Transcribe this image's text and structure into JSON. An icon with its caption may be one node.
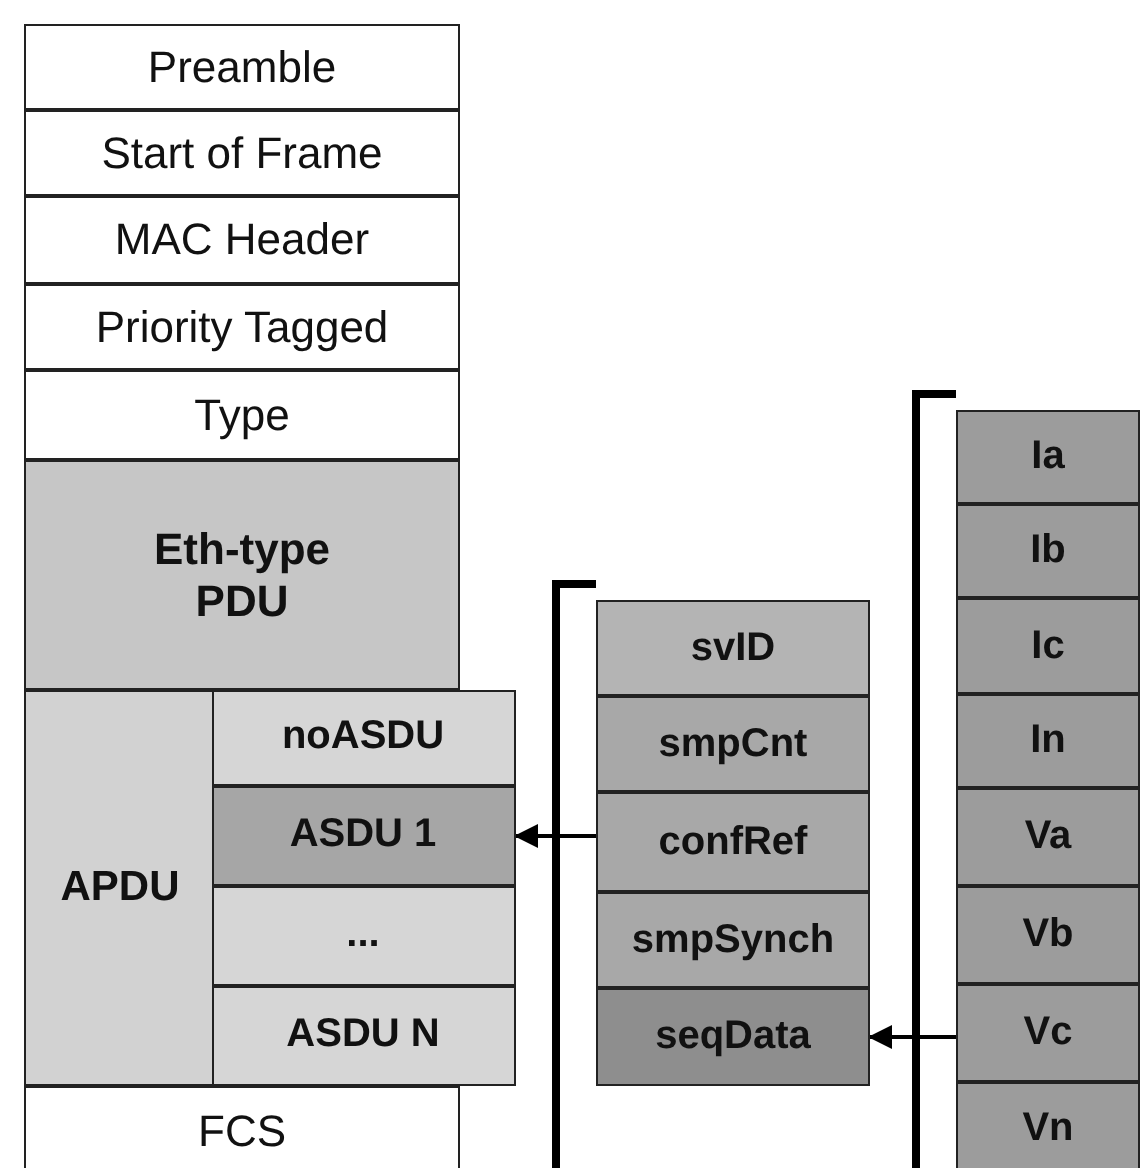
{
  "diagram": {
    "nodes": [
      {
        "text": [
          "Preamble"
        ]
      },
      {
        "text": [
          "Start of Frame"
        ]
      },
      {
        "text": [
          "MAC Header"
        ]
      },
      {
        "text": [
          "Priority Tagged"
        ]
      },
      {
        "text": [
          "Type"
        ]
      },
      {
        "text": [
          "Eth-type PDU"
        ]
      },
      {
        "text": [
          "APDU"
        ]
      },
      {
        "text": [
          "noASDU"
        ],
        "in": 6
      },
      {
        "text": [
          "ASDU 1"
        ],
        "in": 6
      },
      {
        "text": [
          "..."
        ],
        "in": 6
      },
      {
        "text": [
          "ASDU N"
        ],
        "in": 6
      },
      {
        "text": [
          "FCS"
        ]
      },
      {
        "text": [
          "svID"
        ]
      },
      {
        "text": [
          "smpCnt"
        ]
      },
      {
        "text": [
          "confRef"
        ]
      },
      {
        "text": [
          "smpSynch"
        ]
      },
      {
        "text": [
          "seqData"
        ]
      },
      {
        "text": [
          "Ia"
        ]
      },
      {
        "text": [
          "Ib"
        ]
      },
      {
        "text": [
          "Ic"
        ]
      },
      {
        "text": [
          "In"
        ]
      },
      {
        "text": [
          "Va"
        ]
      },
      {
        "text": [
          "Vb"
        ]
      },
      {
        "text": [
          "Vc"
        ]
      },
      {
        "text": [
          "Vn"
        ]
      }
    ],
    "edges": [
      {
        "from": 14,
        "to": 8,
        "arrow": "to"
      },
      {
        "from": 23,
        "to": 16,
        "arrow": "to"
      }
    ]
  }
}
